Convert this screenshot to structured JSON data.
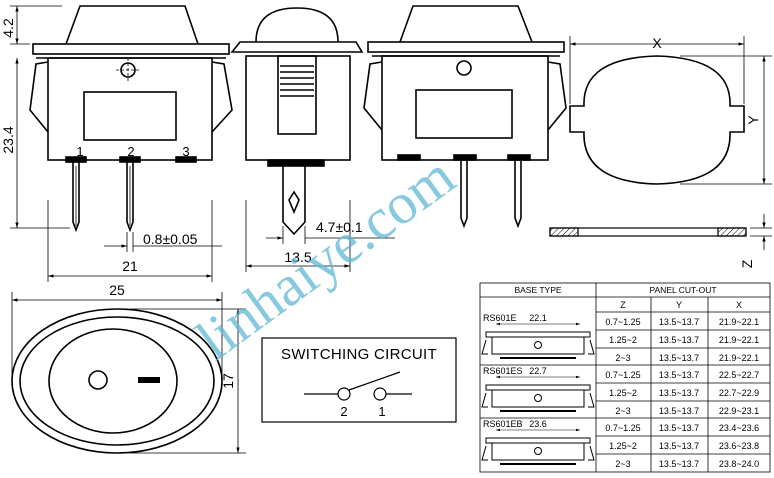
{
  "dimensions": {
    "height_top": "4.2",
    "height_body": "23.4",
    "pin_width": "0.8±0.05",
    "body_width": "21",
    "side_width": "13.5",
    "terminal_width": "4.7±0.1",
    "cutout_x": "X",
    "cutout_y": "Y",
    "panel_z": "Z",
    "bezel_width": "25",
    "bezel_height": "17"
  },
  "pins": [
    "1",
    "2",
    "3"
  ],
  "circuit": {
    "title": "SWITCHING CIRCUIT",
    "pin_left": "2",
    "pin_right": "1"
  },
  "watermark": "linhaiye.com",
  "table": {
    "header_base": "BASE TYPE",
    "header_panel": "PANEL CUT-OUT",
    "col_z": "Z",
    "col_y": "Y",
    "col_x": "X",
    "groups": [
      {
        "name": "RS601E",
        "width": "22.1",
        "rows": [
          {
            "z": "0.7~1.25",
            "y": "13.5~13.7",
            "x": "21.9~22.1"
          },
          {
            "z": "1.25~2",
            "y": "13.5~13.7",
            "x": "21.9~22.1"
          },
          {
            "z": "2~3",
            "y": "13.5~13.7",
            "x": "21.9~22.1"
          }
        ]
      },
      {
        "name": "RS601ES",
        "width": "22.7",
        "rows": [
          {
            "z": "0.7~1.25",
            "y": "13.5~13.7",
            "x": "22.5~22.7"
          },
          {
            "z": "1.25~2",
            "y": "13.5~13.7",
            "x": "22.7~22.9"
          },
          {
            "z": "2~3",
            "y": "13.5~13.7",
            "x": "22.9~23.1"
          }
        ]
      },
      {
        "name": "RS601EB",
        "width": "23.6",
        "rows": [
          {
            "z": "0.7~1.25",
            "y": "13.5~13.7",
            "x": "23.4~23.6"
          },
          {
            "z": "1.25~2",
            "y": "13.5~13.7",
            "x": "23.6~23.8"
          },
          {
            "z": "2~3",
            "y": "13.5~13.7",
            "x": "23.8~24.0"
          }
        ]
      }
    ]
  }
}
